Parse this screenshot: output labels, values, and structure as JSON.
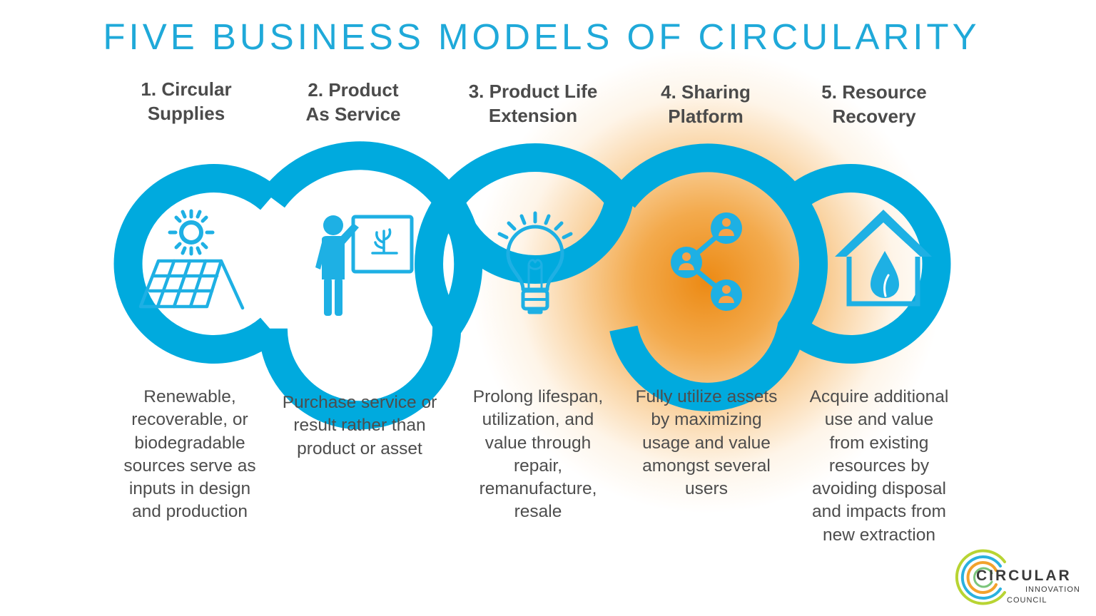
{
  "title": "FIVE BUSINESS MODELS OF CIRCULARITY",
  "colors": {
    "ring": "#00aade",
    "icon": "#1eb0e4",
    "glow": "#f29a2e",
    "text": "#4b4b4b"
  },
  "models": [
    {
      "title_line1": "1. Circular",
      "title_line2": "Supplies",
      "icon": "solar-panel-icon",
      "desc": [
        "Renewable,",
        "recoverable, or",
        "biodegradable",
        "sources serve as",
        "inputs in design",
        "and production"
      ]
    },
    {
      "title_line1": "2. Product",
      "title_line2": "As Service",
      "icon": "presenter-icon",
      "desc": [
        "Purchase service or",
        "result rather than",
        "product or asset"
      ]
    },
    {
      "title_line1": "3. Product Life",
      "title_line2": "Extension",
      "icon": "lightbulb-icon",
      "desc": [
        "Prolong lifespan,",
        "utilization, and",
        "value through",
        "repair,",
        "remanufacture,",
        "resale"
      ]
    },
    {
      "title_line1": "4. Sharing",
      "title_line2": "Platform",
      "icon": "share-network-icon",
      "desc": [
        "Fully utilize assets",
        "by maximizing",
        "usage and value",
        "amongst several",
        "users"
      ]
    },
    {
      "title_line1": "5. Resource",
      "title_line2": "Recovery",
      "icon": "house-flame-icon",
      "desc": [
        "Acquire additional",
        "use and value",
        "from existing",
        "resources by",
        "avoiding disposal",
        "and impacts from",
        "new extraction"
      ]
    }
  ],
  "logo": {
    "word1": "CIRCULAR",
    "word2": "INNOVATION",
    "word3": "COUNCIL"
  }
}
